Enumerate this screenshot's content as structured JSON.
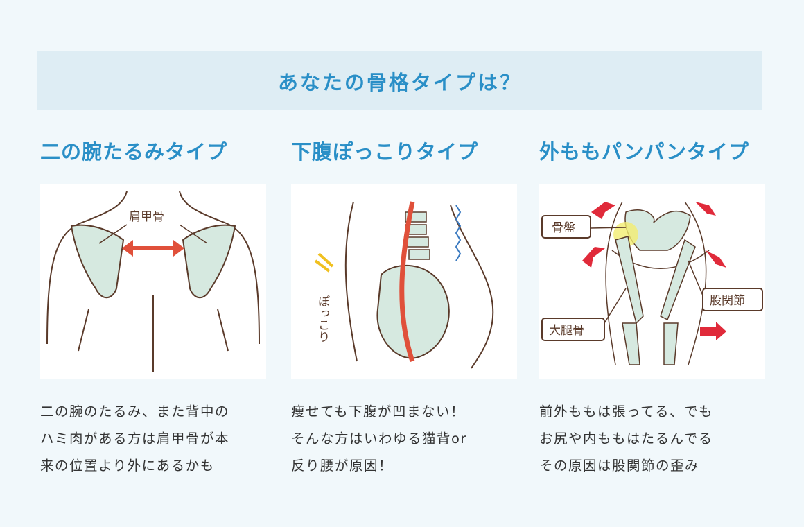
{
  "title": "あなたの骨格タイプは？",
  "types": [
    {
      "heading": "二の腕たるみタイプ",
      "labels": [
        "肩甲骨"
      ],
      "lines": [
        "二の腕のたるみ、また背中の",
        "ハミ肉がある方は肩甲骨が本",
        "来の位置より外にあるかも"
      ]
    },
    {
      "heading": "下腹ぽっこりタイプ",
      "labels": [
        "ぽっこり"
      ],
      "lines": [
        "痩せても下腹が凹まない！",
        "そんな方はいわゆる猫背or",
        "反り腰が原因！"
      ]
    },
    {
      "heading": "外ももパンパンタイプ",
      "labels": [
        "骨盤",
        "股関節",
        "大腿骨"
      ],
      "lines": [
        "前外ももは張ってる、でも",
        "お尻や内ももはたるんでる",
        "その原因は股関節の歪み"
      ]
    }
  ],
  "colors": {
    "accent": "#2a8fc7",
    "bone": "#d6e9e0",
    "line": "#5a3a2a",
    "arrow": "#e03a3a"
  }
}
